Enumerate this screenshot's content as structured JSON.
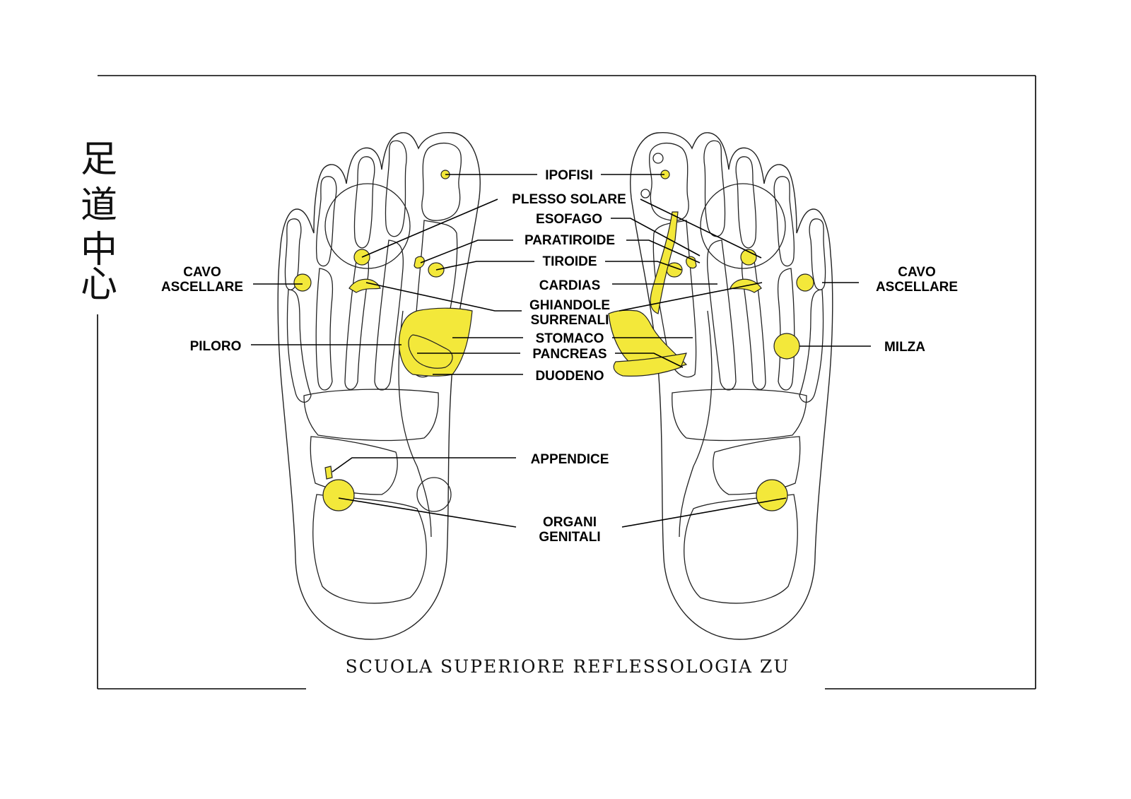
{
  "brand": {
    "kanji": [
      "足",
      "道",
      "中",
      "心"
    ],
    "footer": "SCUOLA SUPERIORE REFLESSOLOGIA ZU"
  },
  "colors": {
    "zone": "#f3e83a",
    "line": "#222222"
  },
  "labels": {
    "ipofisi": "IPOFISI",
    "plesso_solare": "PLESSO SOLARE",
    "esofago": "ESOFAGO",
    "paratiroide": "PARATIROIDE",
    "tiroide": "TIROIDE",
    "cardias": "CARDIAS",
    "ghiandole_1": "GHIANDOLE",
    "ghiandole_2": "SURRENALI",
    "stomaco": "STOMACO",
    "pancreas": "PANCREAS",
    "duodeno": "DUODENO",
    "appendice": "APPENDICE",
    "organi_1": "ORGANI",
    "organi_2": "GENITALI",
    "cavo_left_1": "CAVO",
    "cavo_left_2": "ASCELLARE",
    "cavo_right_1": "CAVO",
    "cavo_right_2": "ASCELLARE",
    "piloro": "PILORO",
    "milza": "MILZA"
  }
}
